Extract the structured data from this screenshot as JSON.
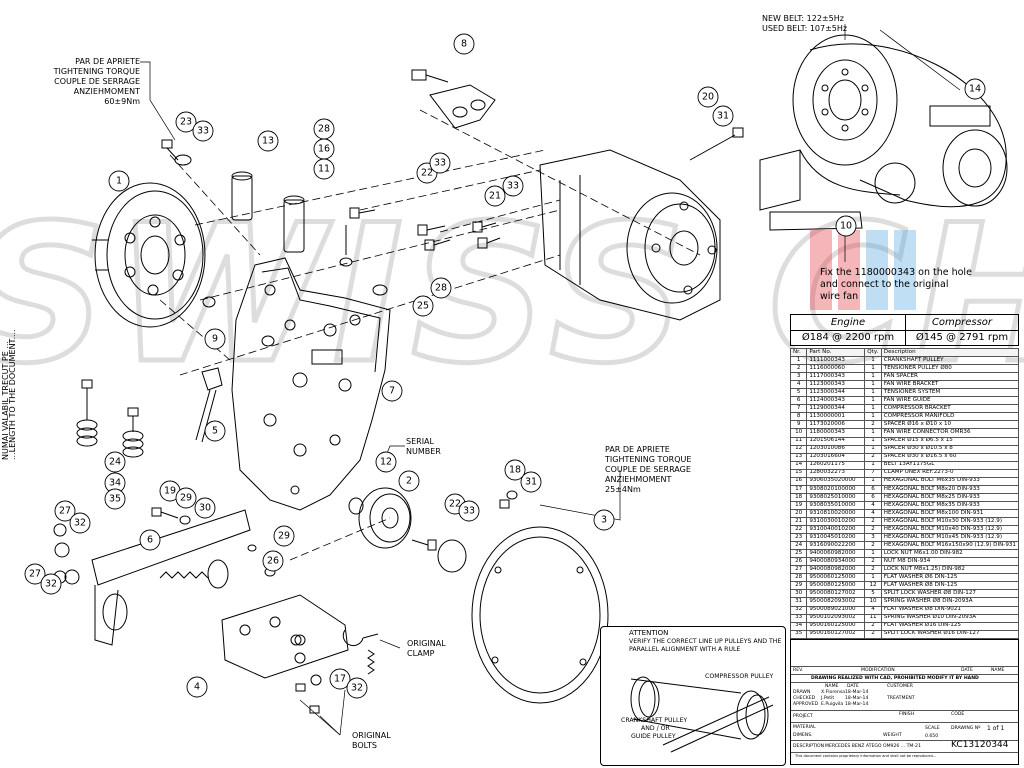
{
  "watermark": "SWISS CHILL",
  "side_note": [
    "NUMAI VALABIL TRECUT PE ...",
    "...LENGTH TO THE DOCUMENT...."
  ],
  "torque_top": [
    "PAR DE APRIETE",
    "TIGHTENING TORQUE",
    "COUPLE DE SERRAGE",
    "ANZIEHMOMENT",
    "60±9Nm"
  ],
  "torque_mid": [
    "PAR DE APRIETE",
    "TIGHTENING TORQUE",
    "COUPLE DE SERRAGE",
    "ANZIEHMOMENT",
    "25±4Nm"
  ],
  "belt_note": [
    "NEW BELT: 122±5Hz",
    "USED BELT: 107±5Hz"
  ],
  "fan_note": [
    "Fix the 1180000343 on the hole",
    "and connect to the original",
    "wire fan"
  ],
  "serial_label": [
    "SERIAL",
    "NUMBER"
  ],
  "original_clamp": [
    "ORIGINAL",
    "CLAMP"
  ],
  "original_bolts": [
    "ORIGINAL",
    "BOLTS"
  ],
  "spec": {
    "engine_label": "Engine",
    "compressor_label": "Compressor",
    "engine_value": "Ø184 @ 2200 rpm",
    "compressor_value": "Ø145 @ 2791 rpm"
  },
  "callouts": [
    "1",
    "2",
    "3",
    "4",
    "5",
    "6",
    "7",
    "8",
    "9",
    "10",
    "11",
    "12",
    "13",
    "14",
    "16",
    "17",
    "18",
    "19",
    "20",
    "21",
    "22",
    "23",
    "25",
    "26",
    "27",
    "28",
    "29",
    "30",
    "31",
    "32",
    "33",
    "34",
    "35"
  ],
  "attention": {
    "heading": "ATTENTION",
    "lines": [
      "VERIFY THE CORRECT LINE UP PULLEYS AND THE",
      "PARALLEL ALIGNMENT WITH A RULE"
    ],
    "compressor_pulley": "COMPRESSOR PULLEY",
    "crank_pulley": [
      "CRANKSHAFT PULLEY",
      "AND / OR",
      "GUIDE PULLEY"
    ]
  },
  "parts_list": {
    "headers": [
      "Nr.",
      "Part No.",
      "Qty.",
      "Description"
    ],
    "rows": [
      [
        "1",
        "1111000343",
        "1",
        "CRANKSHAFT PULLEY"
      ],
      [
        "2",
        "1116000060",
        "1",
        "TENSIONER PULLEY Ø80"
      ],
      [
        "3",
        "1117000343",
        "1",
        "FAN SPACER"
      ],
      [
        "4",
        "1123000343",
        "1",
        "FAN WIRE BRACKET"
      ],
      [
        "5",
        "1123000344",
        "1",
        "TENSIONER SYSTEM"
      ],
      [
        "6",
        "1124000343",
        "1",
        "FAN WIRE GUIDE"
      ],
      [
        "7",
        "1129000344",
        "1",
        "COMPRESSOR BRACKET"
      ],
      [
        "8",
        "1130000001",
        "1",
        "COMPRESSOR MANIFOLD"
      ],
      [
        "9",
        "1173020006",
        "2",
        "SPACER Ø16 x Ø10 x 10"
      ],
      [
        "10",
        "1180000343",
        "1",
        "FAN WIRE CONNECTOR OMR36"
      ],
      [
        "11",
        "1201506144",
        "1",
        "SPACER Ø15 x Ø6.5 x 15"
      ],
      [
        "12",
        "1203010086",
        "1",
        "SPACER Ø30 x Ø10.5 x 8"
      ],
      [
        "13",
        "1203016604",
        "2",
        "SPACER Ø30 x Ø16.5 x 60"
      ],
      [
        "14",
        "1260201175",
        "1",
        "BELT 13AY1175GL"
      ],
      [
        "15",
        "1280032273",
        "7",
        "CLAMP UNEX REF.2273-0"
      ],
      [
        "16",
        "9306035020000",
        "1",
        "HEXAGONAL BOLT M6x35  DIN-933"
      ],
      [
        "17",
        "9308020100000",
        "6",
        "HEXAGONAL BOLT M8x20  DIN-933"
      ],
      [
        "18",
        "9308025010000",
        "6",
        "HEXAGONAL BOLT M8x25  DIN-933"
      ],
      [
        "19",
        "9308035010000",
        "4",
        "HEXAGONAL BOLT M8x35  DIN-933"
      ],
      [
        "20",
        "9310810020000",
        "4",
        "HEXAGONAL BOLT M8x100  DIN-931"
      ],
      [
        "21",
        "9310030010200",
        "2",
        "HEXAGONAL BOLT M10x30 DIN-933  (12.9)"
      ],
      [
        "22",
        "9310040010200",
        "2",
        "HEXAGONAL BOLT M10x40 DIN-933  (12.9)"
      ],
      [
        "23",
        "9310045010200",
        "3",
        "HEXAGONAL BOLT M10x45 DIN-933  (12.9)"
      ],
      [
        "24",
        "9316090022200",
        "2",
        "HEXAGONAL BOLT M16x150x90 (12.9) DIN-931"
      ],
      [
        "25",
        "9400060982000",
        "1",
        "LOCK NUT M6x1.00 DIN-982"
      ],
      [
        "26",
        "9400080934000",
        "2",
        "NUT M8 DIN-934"
      ],
      [
        "27",
        "9400080982000",
        "2",
        "LOCK NUT M8x1.25) DIN-982"
      ],
      [
        "28",
        "9500060125000",
        "1",
        "FLAT WASHER Ø6 DIN-125"
      ],
      [
        "29",
        "9500080125000",
        "12",
        "FLAT WASHER Ø8 DIN-125"
      ],
      [
        "30",
        "9500080127002",
        "5",
        "SPLIT LOCK WASHER Ø8 DIN-127"
      ],
      [
        "31",
        "9500082093002",
        "10",
        "SPRING WASHER Ø8 DIN-2093A"
      ],
      [
        "32",
        "9500089021000",
        "4",
        "FLAT WASHER Ø8 DIN-9021"
      ],
      [
        "33",
        "9500102093002",
        "11",
        "SPRING WASHER Ø10 DIN-2093A"
      ],
      [
        "34",
        "9500160125000",
        "2",
        "FLAT WASHER Ø16 DIN-125"
      ],
      [
        "35",
        "9500160127002",
        "2",
        "SPLIT LOCK WASHER Ø16 DIN-127"
      ]
    ]
  },
  "title_block": {
    "rev": "REV.",
    "modification": "MODIFICATION",
    "date": "DATE",
    "name": "NAME",
    "cad_note": "DRAWING REALIZED WITH CAD, PROHIBITED MODIFY IT BY HAND",
    "customer": "CUSTOMER",
    "drawn": "DRAWN",
    "drawn_name": "X.Florensa",
    "drawn_date": "18-Mar-14",
    "checked": "CHECKED",
    "checked_name": "J.Petit",
    "checked_date": "18-Mar-14",
    "approved": "APPROVED",
    "approved_name": "E.Puigvila",
    "approved_date": "18-Mar-14",
    "treatment": "TREATMENT",
    "project": "PROJECT",
    "finish": "FINISH",
    "code": "CODE",
    "material": "MATERIAL",
    "dimens": "DIMENS.",
    "weight": "WEIGHT",
    "scale": "SCALE",
    "scale_value": "0.650",
    "drawing_no": "DRAWING Nº",
    "sheet": "1 of 1",
    "description_label": "DESCRIPTION",
    "description": "MERCEDES BENZ ATEGO OM926 ... TM-21",
    "code_value": "KC13120344",
    "footer": "This document contains proprietary information and shall not be reproduced..."
  }
}
